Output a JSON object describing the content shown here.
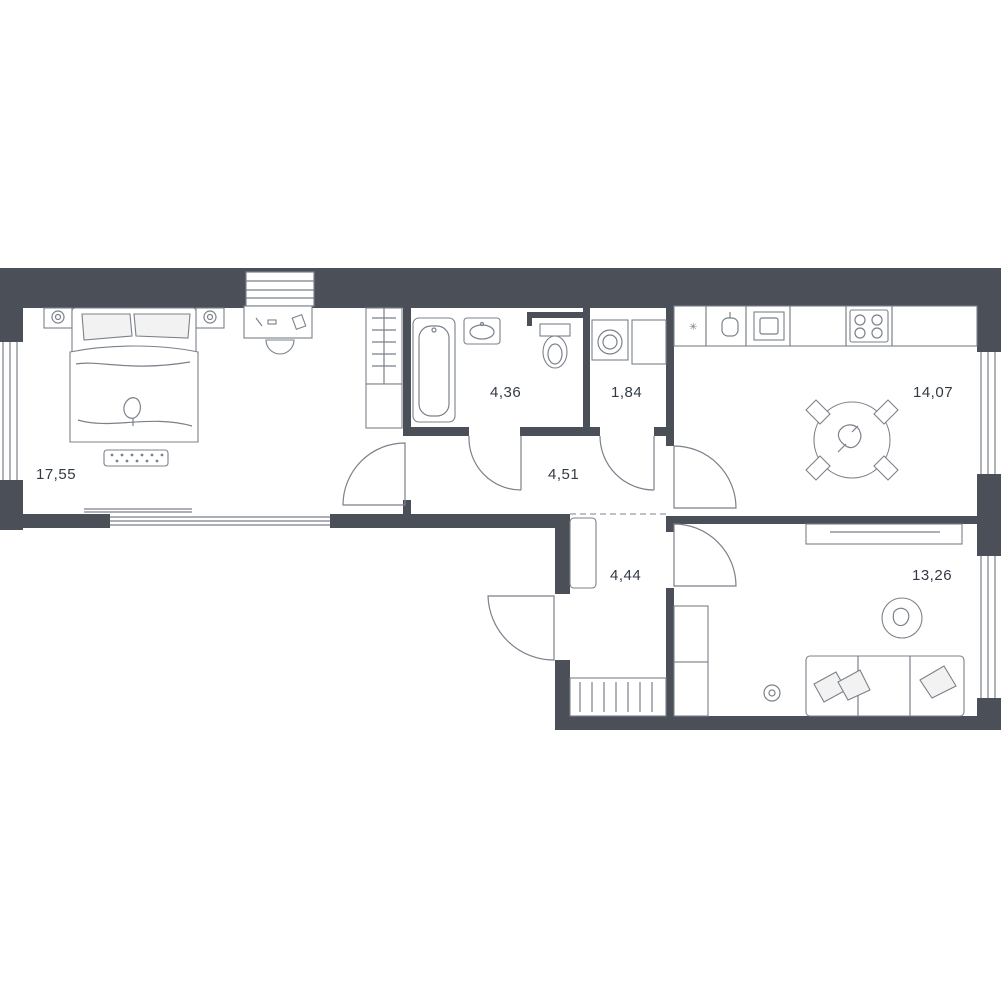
{
  "colors": {
    "wall": "#4a4f58",
    "line": "#7b818a",
    "background": "#ffffff"
  },
  "rooms": [
    {
      "id": "bedroom",
      "area": "17,55"
    },
    {
      "id": "bathroom",
      "area": "4,36"
    },
    {
      "id": "toilet-laundry",
      "area": "1,84"
    },
    {
      "id": "kitchen",
      "area": "14,07"
    },
    {
      "id": "corridor",
      "area": "4,51"
    },
    {
      "id": "entrance-hall",
      "area": "4,44"
    },
    {
      "id": "living-room",
      "area": "13,26"
    }
  ]
}
